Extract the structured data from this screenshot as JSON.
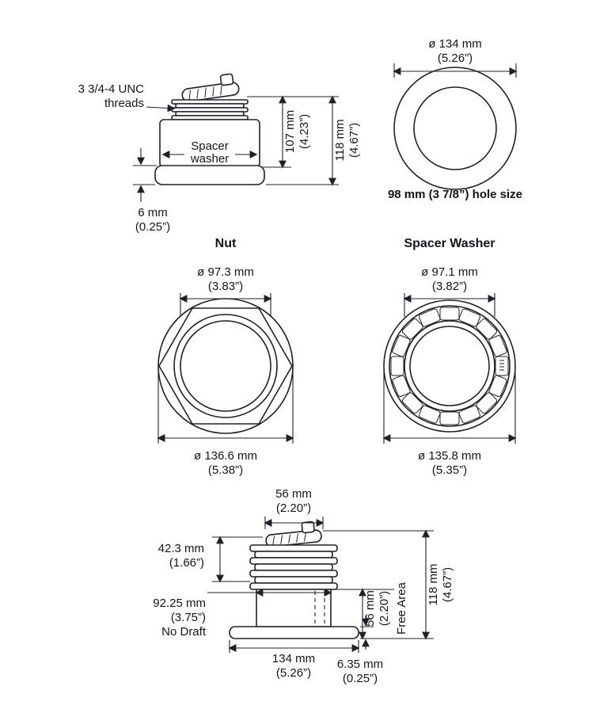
{
  "colors": {
    "line": "#20202a",
    "text": "#14141c",
    "background": "#ffffff"
  },
  "side_view_top": {
    "threads_label_line1": "3 3/4-4 UNC",
    "threads_label_line2": "threads",
    "spacer_washer_line1": "Spacer",
    "spacer_washer_line2": "washer",
    "height_inner_line1": "107 mm",
    "height_inner_line2": "(4.23”)",
    "height_overall_line1": "118 mm",
    "height_overall_line2": "(4.67”)",
    "protrusion_line1": "6 mm",
    "protrusion_line2": "(0.25”)"
  },
  "top_view": {
    "diameter_line1": "ø 134 mm",
    "diameter_line2": "(5.26”)",
    "hole_size": "98 mm (3 7/8”) hole size"
  },
  "nut": {
    "title": "Nut",
    "inner_diameter_line1": "ø 97.3 mm",
    "inner_diameter_line2": "(3.83”)",
    "outer_diameter_line1": "ø 136.6 mm",
    "outer_diameter_line2": "(5.38”)"
  },
  "spacer_washer": {
    "title": "Spacer Washer",
    "inner_diameter_line1": "ø 97.1 mm",
    "inner_diameter_line2": "(3.82”)",
    "outer_diameter_line1": "ø 135.8 mm",
    "outer_diameter_line2": "(5.35”)"
  },
  "side_view_bottom": {
    "top_width_line1": "56 mm",
    "top_width_line2": "(2.20”)",
    "thread_height_line1": "42.3 mm",
    "thread_height_line2": "(1.66”)",
    "body_diameter_line1": "92.25 mm",
    "body_diameter_line2": "(3.75”)",
    "body_diameter_line3": "No Draft",
    "free_area_line1": "56 mm",
    "free_area_line2": "(2.20”)",
    "free_area_line3": "Free Area",
    "overall_height_line1": "118 mm",
    "overall_height_line2": "(4.67”)",
    "flange_diameter_line1": "134 mm",
    "flange_diameter_line2": "(5.26”)",
    "flange_thickness_line1": "6.35 mm",
    "flange_thickness_line2": "(0.25”)"
  }
}
